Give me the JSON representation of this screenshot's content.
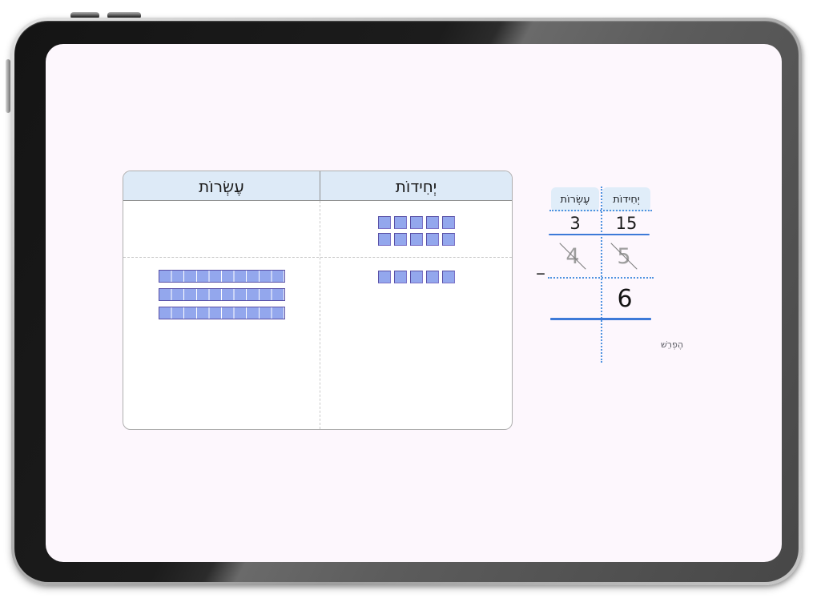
{
  "app": {
    "description_label": "place-value subtraction practice",
    "background_color": "#fdf7fd",
    "accent_blue": "#3d7ad8",
    "block_fill": "#93a7ed",
    "block_border": "#584fa5",
    "header_bg": "#ddeaf7"
  },
  "place_value_table": {
    "columns": [
      {
        "key": "tens",
        "label": "עֶשְׂרוֹת"
      },
      {
        "key": "units",
        "label": "יְחִידוֹת"
      }
    ],
    "rows": [
      {
        "ten_rods": 0,
        "unit_squares": 10
      },
      {
        "ten_rods": 3,
        "unit_squares": 5
      }
    ]
  },
  "subtraction": {
    "headers": {
      "tens": "עֶשְׂרוֹת",
      "units": "יְחִידוֹת"
    },
    "regroup_row": {
      "tens": "3",
      "units": "15"
    },
    "crossed_row": {
      "tens": "4",
      "units": "5"
    },
    "minus_sign": "–",
    "result_row": {
      "units": "6"
    },
    "difference_label": "הֶפְרֵשׁ"
  }
}
